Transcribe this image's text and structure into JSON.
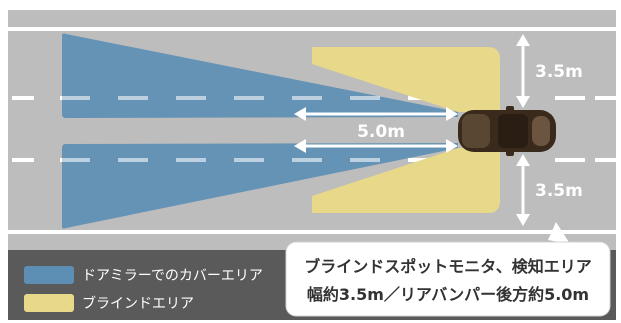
{
  "diagram": {
    "colors": {
      "road": "#bdbdbd",
      "road_edge": "#ffffff",
      "lane_dash": "#ffffff",
      "blue_zone": "#5d8fb4",
      "yellow_zone": "#e7d88a",
      "legend_bg": "#5a5a5a",
      "arrow": "#ffffff",
      "callout_bg": "#ffffff",
      "callout_text": "#333333"
    },
    "dimensions": {
      "rear_distance": "5.0m",
      "upper_lateral": "3.5m",
      "lower_lateral": "3.5m"
    },
    "legend": {
      "items": [
        {
          "label": "ドアミラーでのカバーエリア",
          "color": "#5d8fb4"
        },
        {
          "label": "ブラインドエリア",
          "color": "#e7d88a"
        }
      ]
    },
    "callout": {
      "line1": "ブラインドスポットモニタ、検知エリア",
      "line2": "幅約3.5m／リアバンパー後方約5.0m"
    }
  }
}
